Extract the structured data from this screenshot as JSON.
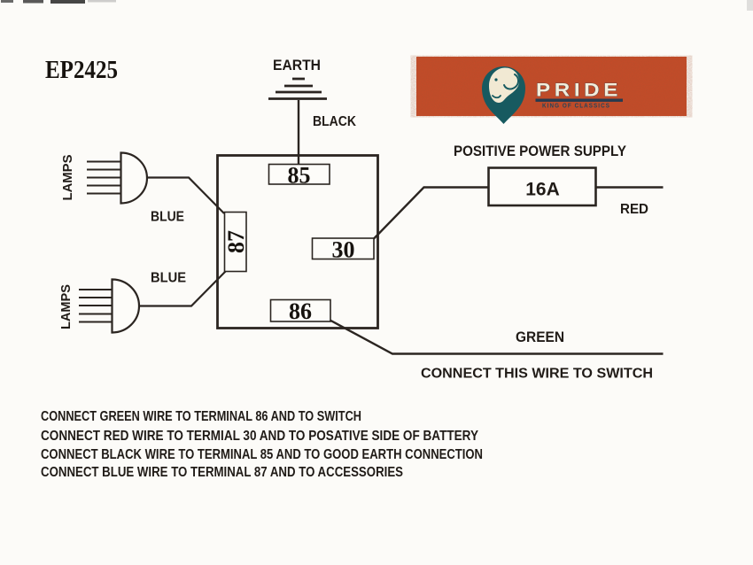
{
  "title": "EP2425",
  "logo": {
    "brand": "PRIDE",
    "tagline": "KING OF CLASSICS",
    "banner_color": "#c64b28",
    "pin_color": "#175a60",
    "lion_color": "#f1e9d3",
    "text_color": "#f3edda",
    "tagline_color": "#2a4458"
  },
  "earth": {
    "label": "EARTH",
    "wire_label": "BLACK"
  },
  "power": {
    "heading": "POSITIVE POWER SUPPLY",
    "fuse_rating": "16A",
    "wire_label": "RED"
  },
  "relay": {
    "terminal_85": "85",
    "terminal_87": "87",
    "terminal_30": "30",
    "terminal_86": "86"
  },
  "lamps": {
    "label_top": "LAMPS",
    "label_bottom": "LAMPS",
    "wire_top": "BLUE",
    "wire_bottom": "BLUE"
  },
  "switch_wire": {
    "label": "GREEN",
    "note": "CONNECT THIS WIRE TO SWITCH"
  },
  "instructions": [
    "CONNECT GREEN WIRE TO TERMINAL 86 AND TO SWITCH",
    "CONNECT RED WIRE TO TERMIAL 30 AND TO POSATIVE SIDE OF BATTERY",
    "CONNECT BLACK WIRE TO TERMINAL 85 AND TO GOOD EARTH CONNECTION",
    "CONNECT BLUE WIRE TO TERMINAL 87 AND TO ACCESSORIES"
  ]
}
